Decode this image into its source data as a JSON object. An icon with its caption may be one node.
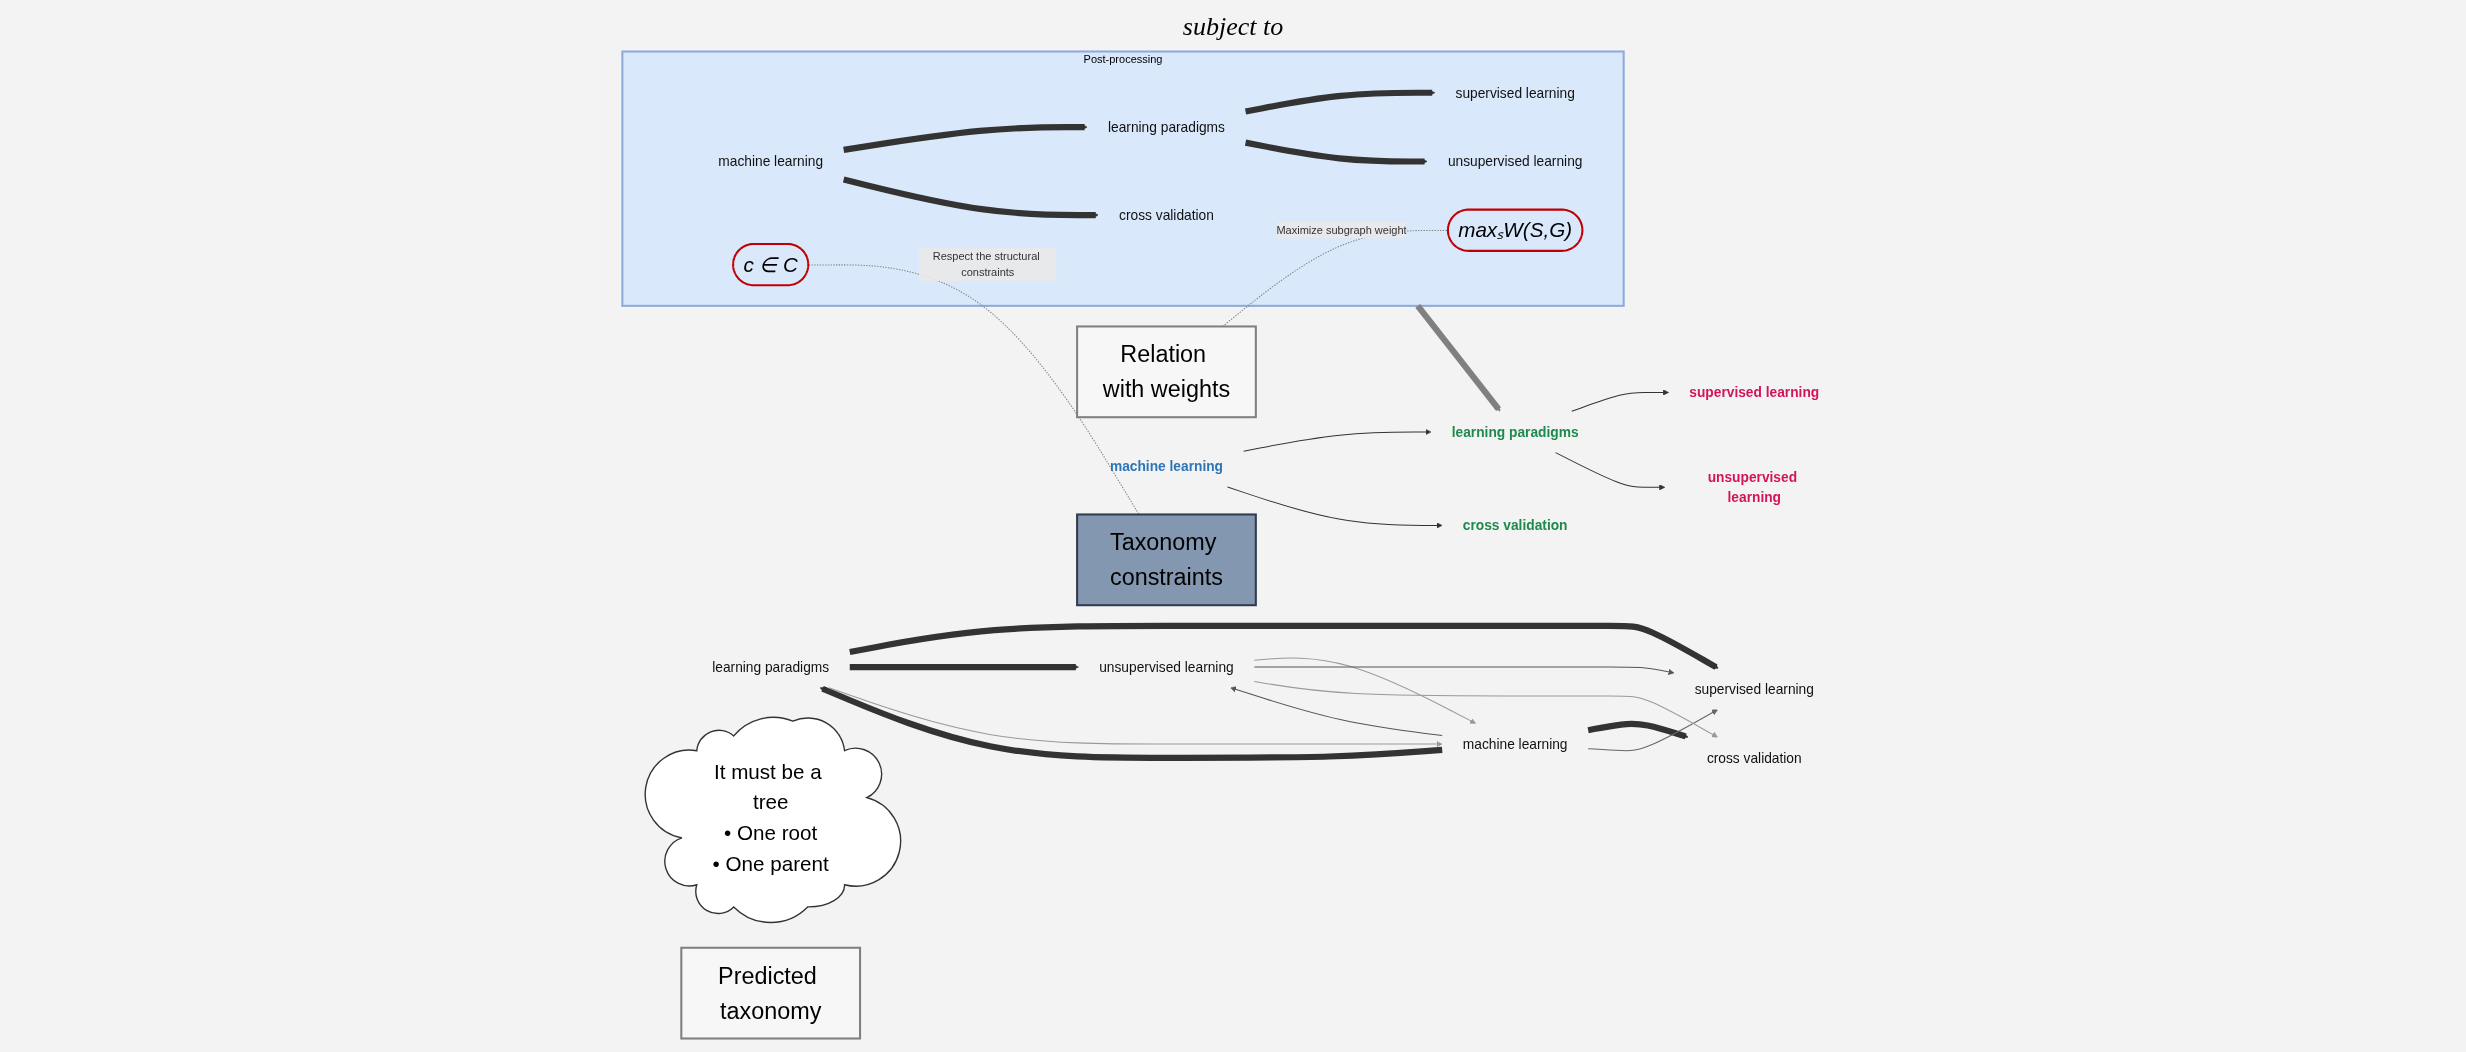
{
  "diagram": {
    "nodes": [
      {
        "text": [
          "learning paradigms"
        ]
      },
      {
        "text": [
          "machine learning"
        ]
      },
      {
        "text": [
          "supervised learning"
        ]
      },
      {
        "text": [
          "unsupervised learning"
        ]
      },
      {
        "text": [
          "cross validation"
        ]
      },
      {
        "text": [
          "Relation with weights"
        ]
      },
      {
        "text": [
          "It must be a tree",
          "• One root",
          "• One parent"
        ]
      },
      {
        "text": [
          "Taxonomy constraints"
        ]
      },
      {
        "text": [
          "Post-processing"
        ]
      },
      {
        "text": [
          "learning paradigms"
        ],
        "in": 8
      },
      {
        "text": [
          "machine learning"
        ],
        "in": 8
      },
      {
        "text": [
          "supervised learning"
        ],
        "in": 8
      },
      {
        "text": [
          "unsupervised learning"
        ],
        "in": 8
      },
      {
        "text": [
          "cross validation"
        ],
        "in": 8
      },
      {
        "text": [
          "maxₛW(S,G)"
        ],
        "in": 8
      },
      {
        "text": [
          "c ∈ C"
        ],
        "in": 8
      },
      {
        "text": [
          "machine learning"
        ]
      },
      {
        "text": [
          "learning paradigms"
        ]
      },
      {
        "text": [
          "cross validation"
        ]
      },
      {
        "text": [
          "supervised learning"
        ]
      },
      {
        "text": [
          "unsupervised learning"
        ]
      },
      {
        "text": [
          "Predicted taxonomy"
        ]
      }
    ],
    "edges": [
      {
        "from": 1,
        "to": 0,
        "arrow": "to",
        "style": "thick"
      },
      {
        "from": 0,
        "to": 2,
        "arrow": "to",
        "style": "thick"
      },
      {
        "from": 0,
        "to": 3,
        "arrow": "to",
        "style": "thick"
      },
      {
        "from": 1,
        "to": 4,
        "arrow": "to",
        "style": "thick"
      },
      {
        "from": 0,
        "to": 1,
        "arrow": "to",
        "color": "#999999"
      },
      {
        "from": 1,
        "to": 2,
        "arrow": "to",
        "color": "#666666"
      },
      {
        "from": 1,
        "to": 3,
        "arrow": "to",
        "color": "#555555"
      },
      {
        "from": 3,
        "to": 1,
        "arrow": "to",
        "color": "#999999"
      },
      {
        "from": 3,
        "to": 2,
        "arrow": "to",
        "color": "#555555"
      },
      {
        "from": 3,
        "to": 4,
        "arrow": "to",
        "color": "#999999"
      },
      {
        "from": 10,
        "to": 9,
        "arrow": "to",
        "style": "thick"
      },
      {
        "from": 9,
        "to": 11,
        "arrow": "to",
        "style": "thick"
      },
      {
        "from": 9,
        "to": 12,
        "arrow": "to",
        "style": "thick"
      },
      {
        "from": 10,
        "to": 13,
        "arrow": "to",
        "style": "thick"
      },
      {
        "from": 5,
        "to": 14,
        "arrow": "none",
        "label": "Maximize subgraph weight",
        "style": "dashed",
        "color": "#808080"
      },
      {
        "from": 15,
        "to": 7,
        "arrow": "none",
        "label": "Respect the structural constraints",
        "style": "dashed",
        "color": "#808080"
      },
      {
        "from": 8,
        "to": 17,
        "arrow": "to",
        "style": "thick",
        "color": "#808080"
      },
      {
        "from": 16,
        "to": 17,
        "arrow": "to"
      },
      {
        "from": 16,
        "to": 18,
        "arrow": "to"
      },
      {
        "from": 17,
        "to": 19,
        "arrow": "to"
      },
      {
        "from": 17,
        "to": 20,
        "arrow": "to"
      }
    ],
    "labels": [
      "subject to"
    ]
  }
}
